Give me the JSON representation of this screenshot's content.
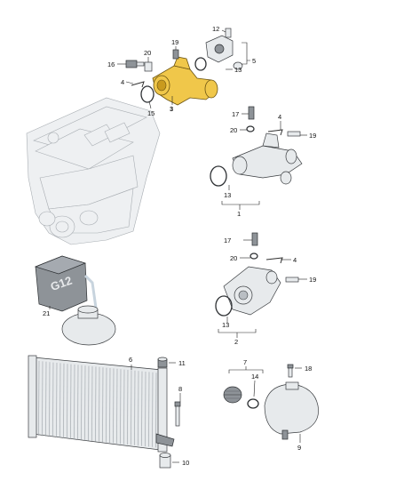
{
  "diagram": {
    "labels": {
      "main_housing": "3",
      "bolt_top": "19",
      "sensor_20": "20",
      "sender_16": "16",
      "clip_4": "4",
      "oring_15": "15",
      "screw_12": "12",
      "group_5": "5",
      "oring_13_top": "13",
      "housing1_sensor17": "17",
      "housing1_oring20": "20",
      "housing1_clip4": "4",
      "housing1_bolt19": "19",
      "housing1_oring13": "13",
      "housing1_group": "1",
      "housing2_sensor17": "17",
      "housing2_oring20": "20",
      "housing2_clip4": "4",
      "housing2_bolt19": "19",
      "housing2_oring13": "13",
      "housing2_group": "2",
      "coolant_bottle": "21",
      "radiator": "6",
      "cap_11": "11",
      "bolt_8": "8",
      "bush_10": "10",
      "group_7": "7",
      "cap_14": "14",
      "screw_18": "18",
      "reservoir_9": "9"
    },
    "bottle_text": "G12",
    "colors": {
      "highlight_part": "#f0c74a",
      "part_fill": "#e7eaec",
      "outline": "#3a3d40"
    }
  }
}
